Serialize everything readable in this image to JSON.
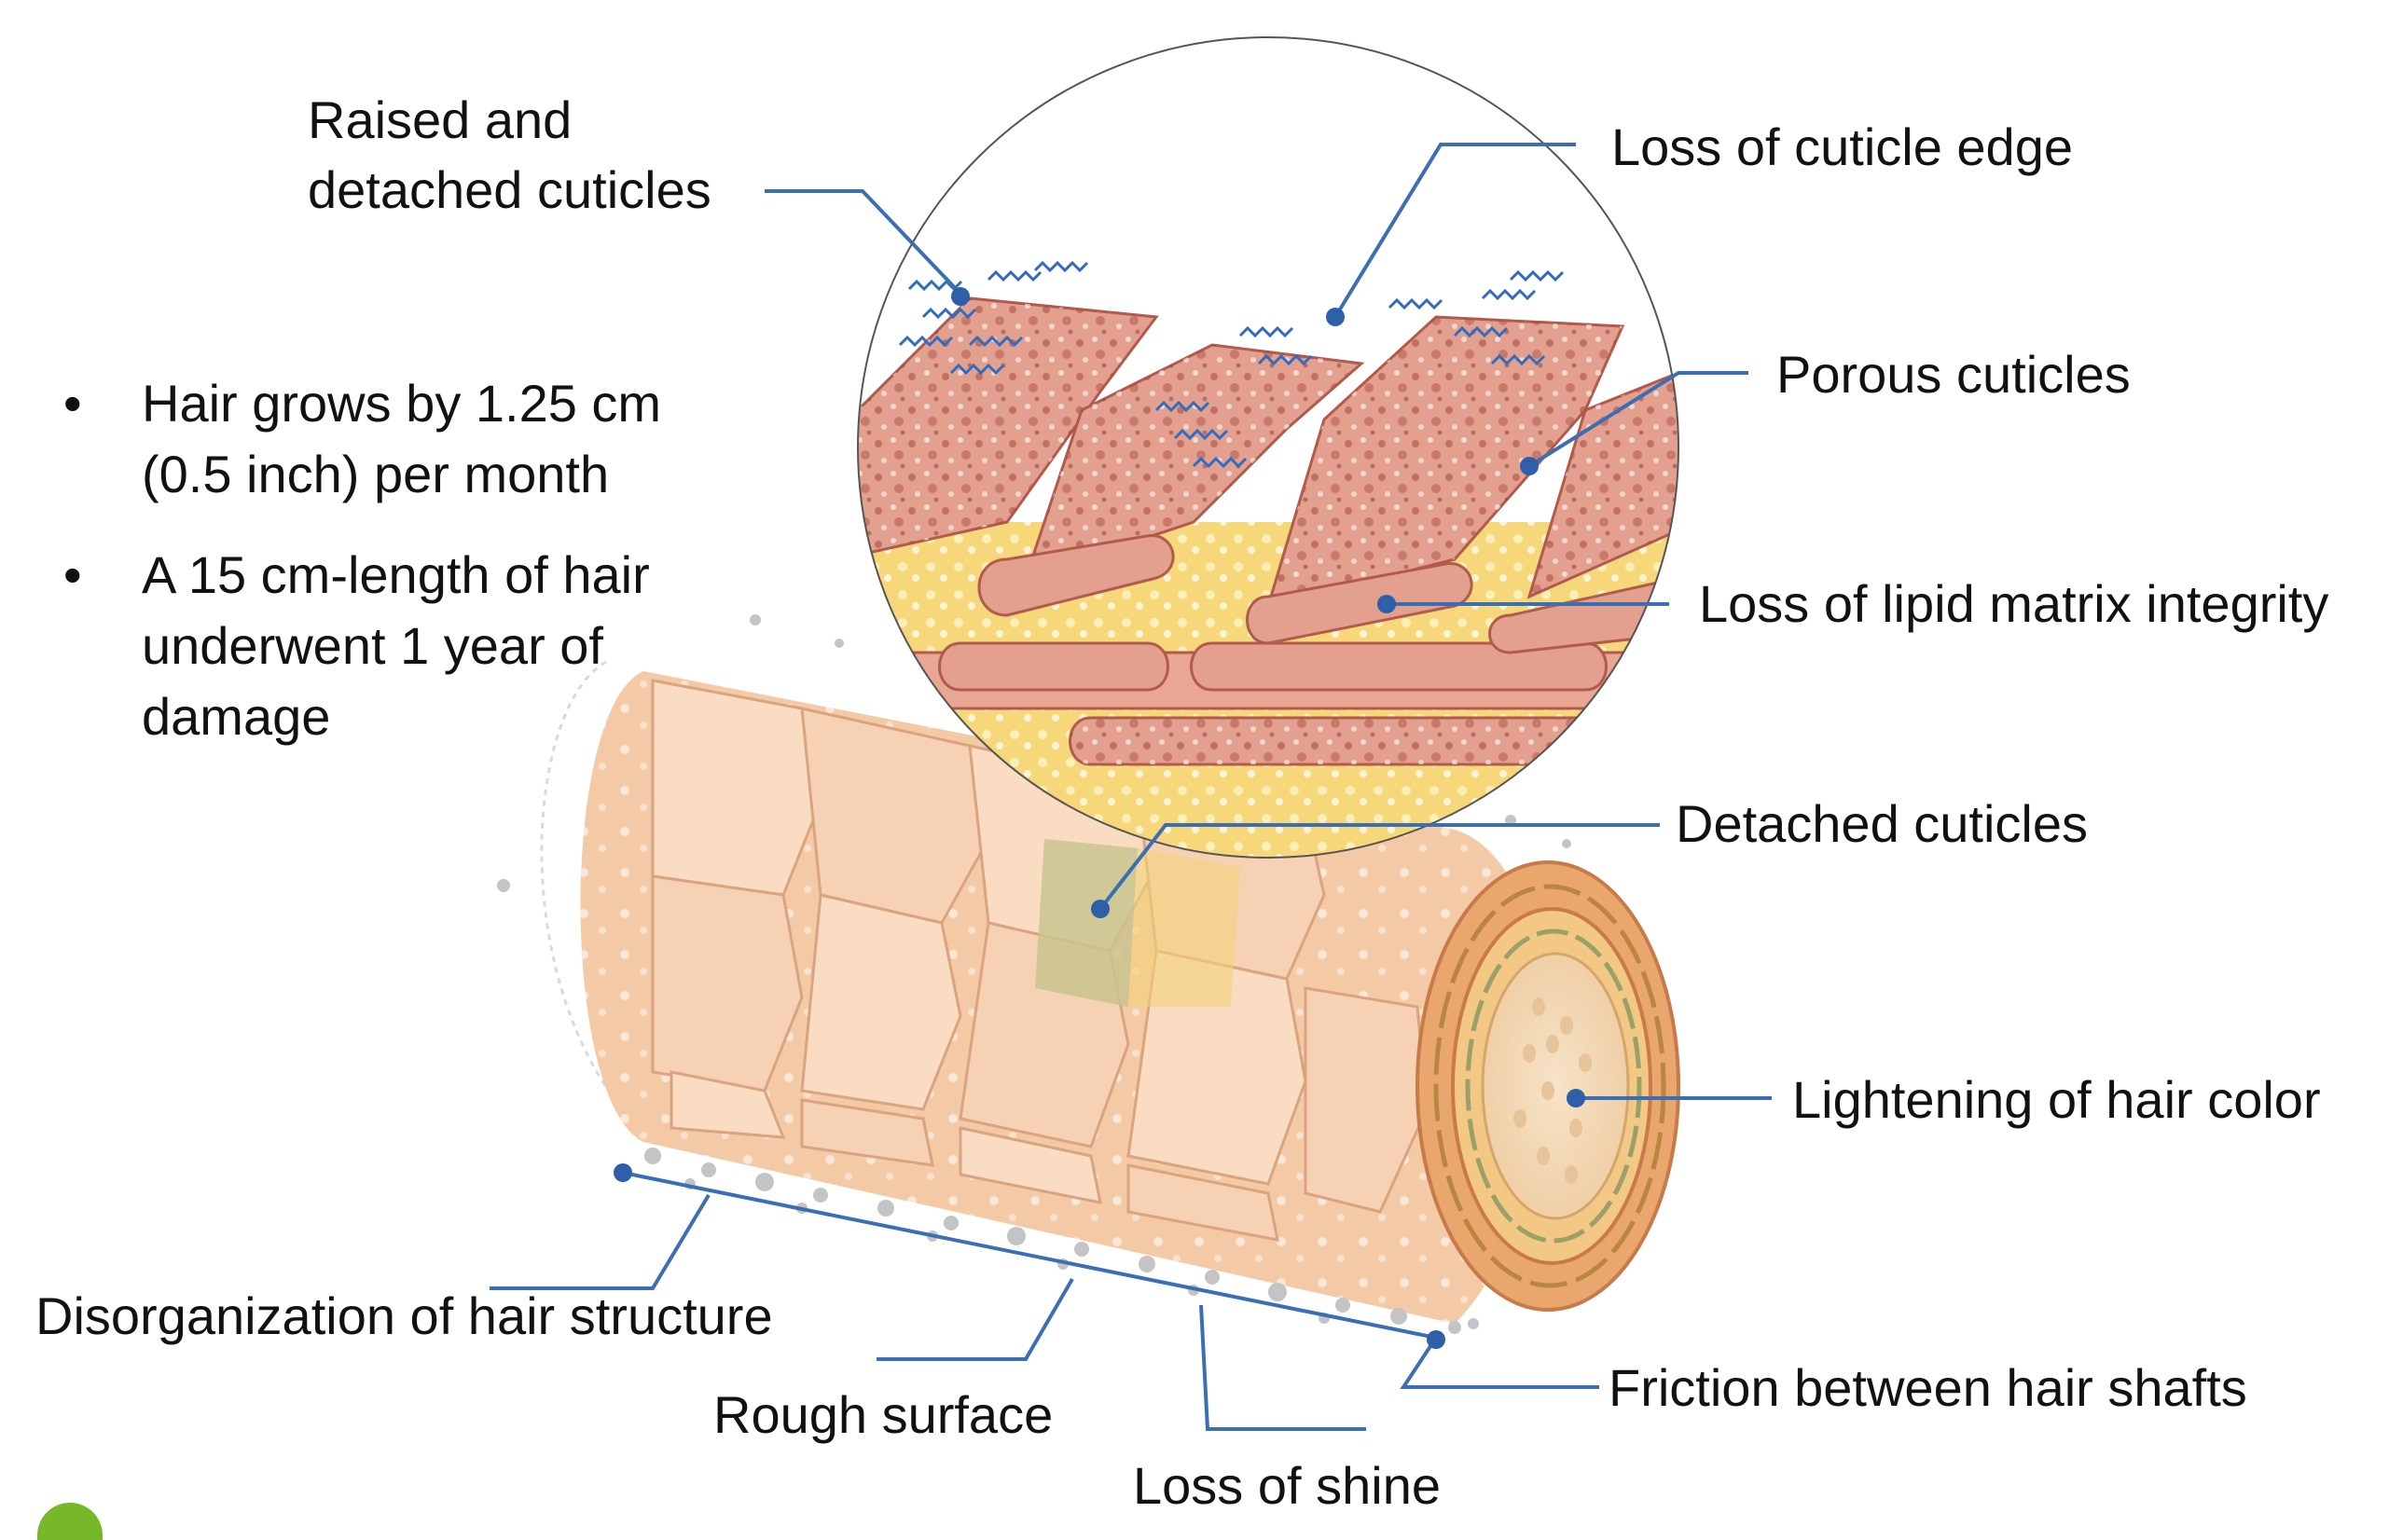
{
  "bullets": [
    "Hair grows by 1.25 cm (0.5 inch) per month",
    "A 15 cm-length of hair underwent 1 year of damage"
  ],
  "labels": {
    "raised_detached_line1": "Raised and",
    "raised_detached_line2": "detached cuticles",
    "loss_cuticle_edge": "Loss of cuticle edge",
    "porous_cuticles": "Porous cuticles",
    "loss_lipid_matrix": "Loss of lipid matrix integrity",
    "detached_cuticles": "Detached cuticles",
    "lightening_color": "Lightening of hair color",
    "disorganization": "Disorganization of hair structure",
    "rough_surface": "Rough surface",
    "loss_of_shine": "Loss of shine",
    "friction": "Friction between hair shafts"
  },
  "colors": {
    "leader_line": "#3a6fb5",
    "cuticle_pink": "#e3a08f",
    "cuticle_dark": "#b25a4c",
    "lipid_yellow": "#f6d77a",
    "hair_shaft": "#f4c9a6",
    "moisture_wave": "#2f6cc2",
    "brand_green": "#76b82a"
  }
}
